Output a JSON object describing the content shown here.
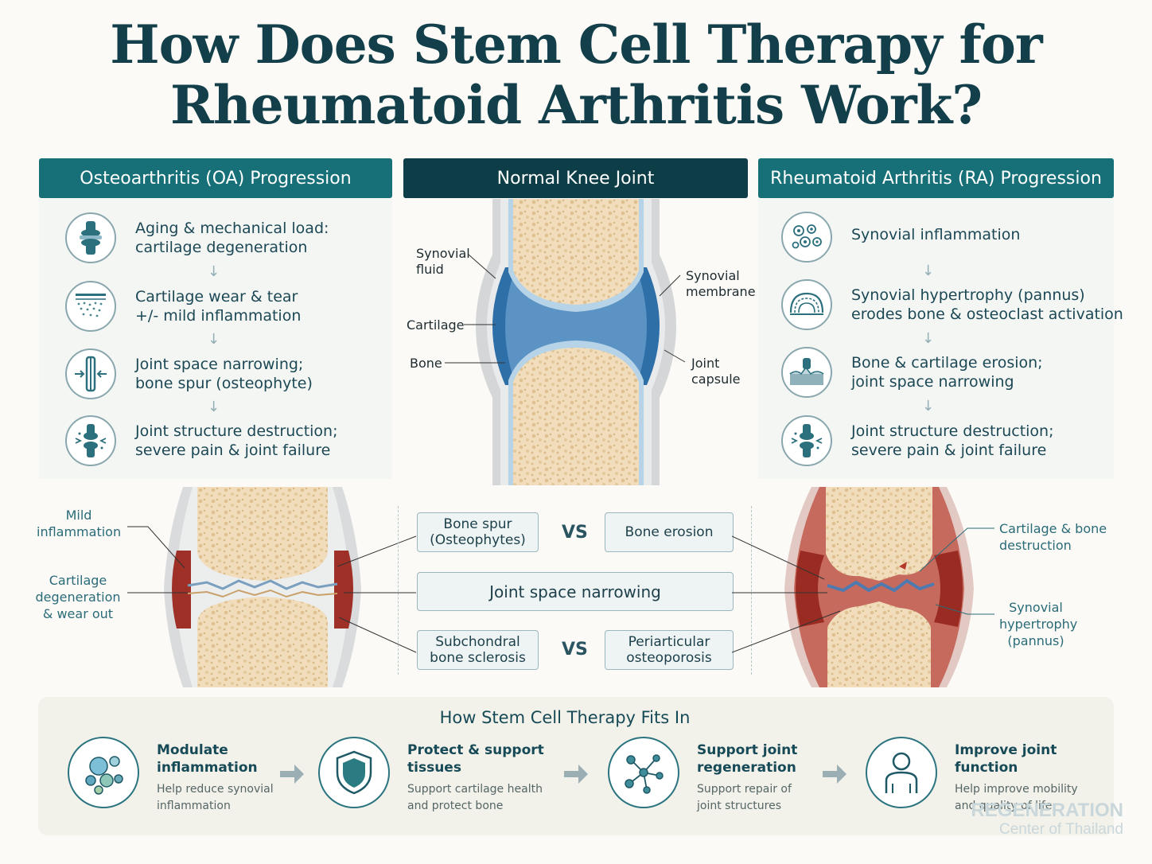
{
  "title": {
    "line1": "How Does Stem Cell Therapy for",
    "line2": "Rheumatoid Arthritis Work?"
  },
  "colors": {
    "teal_header": "#176f78",
    "dark_header": "#0d3d46",
    "cartilage_blue": "#2f6fa8",
    "inflamed_red": "#a8382e",
    "bone_beige": "#f1ddbb"
  },
  "oa": {
    "header": "Osteoarthritis (OA) Progression",
    "steps": [
      {
        "icon": "joint-icon",
        "line1": "Aging & mechanical load:",
        "line2": "cartilage degeneration"
      },
      {
        "icon": "cartilage-wear-icon",
        "line1": "Cartilage wear & tear",
        "line2": "+/- mild inflammation"
      },
      {
        "icon": "joint-narrowing-icon",
        "line1": "Joint space narrowing;",
        "line2": "bone spur (osteophyte)"
      },
      {
        "icon": "joint-destruction-icon",
        "line1": "Joint structure destruction;",
        "line2": "severe pain & joint failure"
      }
    ]
  },
  "normal": {
    "header": "Normal Knee Joint",
    "labels": {
      "synovial_fluid_1": "Synovial",
      "synovial_fluid_2": "fluid",
      "cartilage": "Cartilage",
      "bone": "Bone",
      "synovial_membrane_1": "Synovial",
      "synovial_membrane_2": "membrane",
      "joint_capsule_1": "Joint",
      "joint_capsule_2": "capsule"
    }
  },
  "ra": {
    "header": "Rheumatoid Arthritis (RA) Progression",
    "steps": [
      {
        "icon": "cells-icon",
        "line1": "Synovial inflammation",
        "line2": ""
      },
      {
        "icon": "pannus-icon",
        "line1": "Synovial hypertrophy (pannus)",
        "line2": "erodes bone & osteoclast activation"
      },
      {
        "icon": "erosion-icon",
        "line1": "Bone & cartilage erosion;",
        "line2": "joint space narrowing"
      },
      {
        "icon": "joint-destruction-icon",
        "line1": "Joint structure destruction;",
        "line2": "severe pain & joint failure"
      }
    ]
  },
  "oa_joint_labels": {
    "mild_inflammation_1": "Mild",
    "mild_inflammation_2": "inflammation",
    "cartilage_deg_1": "Cartilage",
    "cartilage_deg_2": "degeneration",
    "cartilage_deg_3": "& wear out"
  },
  "ra_joint_labels": {
    "destruction_1": "Cartilage & bone",
    "destruction_2": "destruction",
    "pannus_1": "Synovial",
    "pannus_2": "hypertrophy",
    "pannus_3": "(pannus)"
  },
  "compare": {
    "bone_spur_1": "Bone spur",
    "bone_spur_2": "(Osteophytes)",
    "vs": "VS",
    "bone_erosion": "Bone erosion",
    "joint_space": "Joint space narrowing",
    "sclerosis_1": "Subchondral",
    "sclerosis_2": "bone sclerosis",
    "osteoporosis_1": "Periarticular",
    "osteoporosis_2": "osteoporosis"
  },
  "therapy": {
    "heading": "How Stem Cell Therapy Fits In",
    "steps": [
      {
        "icon": "cells-cluster-icon",
        "t1": "Modulate",
        "t2": "inflammation",
        "d1": "Help reduce synovial",
        "d2": "inflammation"
      },
      {
        "icon": "shield-icon",
        "t1": "Protect & support",
        "t2": "tissues",
        "d1": "Support cartilage health",
        "d2": "and protect bone"
      },
      {
        "icon": "network-icon",
        "t1": "Support joint",
        "t2": "regeneration",
        "d1": "Support repair of",
        "d2": "joint structures"
      },
      {
        "icon": "person-icon",
        "t1": "Improve joint",
        "t2": "function",
        "d1": "Help improve mobility",
        "d2": "and quality of life"
      }
    ]
  },
  "watermark": {
    "line1": "REGENERATION",
    "line2": "Center of Thailand"
  }
}
